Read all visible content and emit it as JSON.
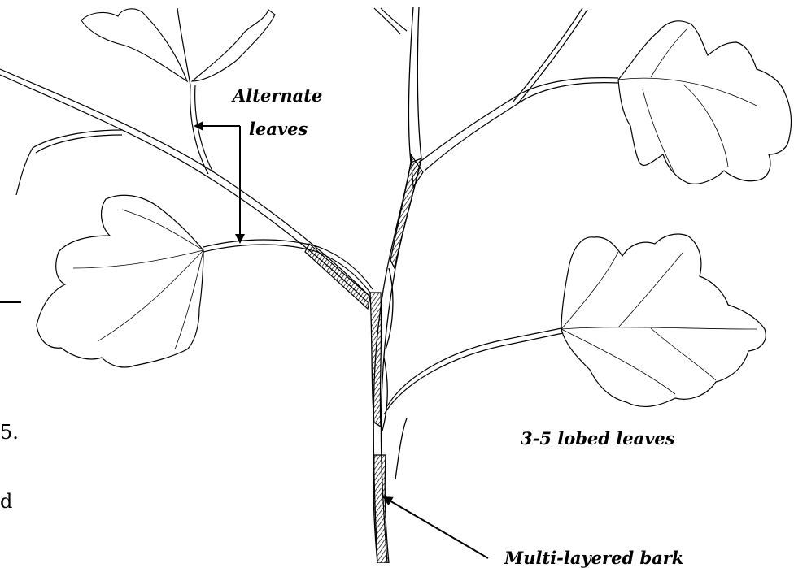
{
  "labels": {
    "alternate_line1": "Alternate",
    "alternate_line2": "leaves",
    "lobed": "3-5 lobed leaves",
    "bark": "Multi-layered bark"
  },
  "stray_text": {
    "cut_text_1": "5.",
    "cut_text_2": "d"
  },
  "colors": {
    "ink": "#000000",
    "background": "#ffffff"
  }
}
